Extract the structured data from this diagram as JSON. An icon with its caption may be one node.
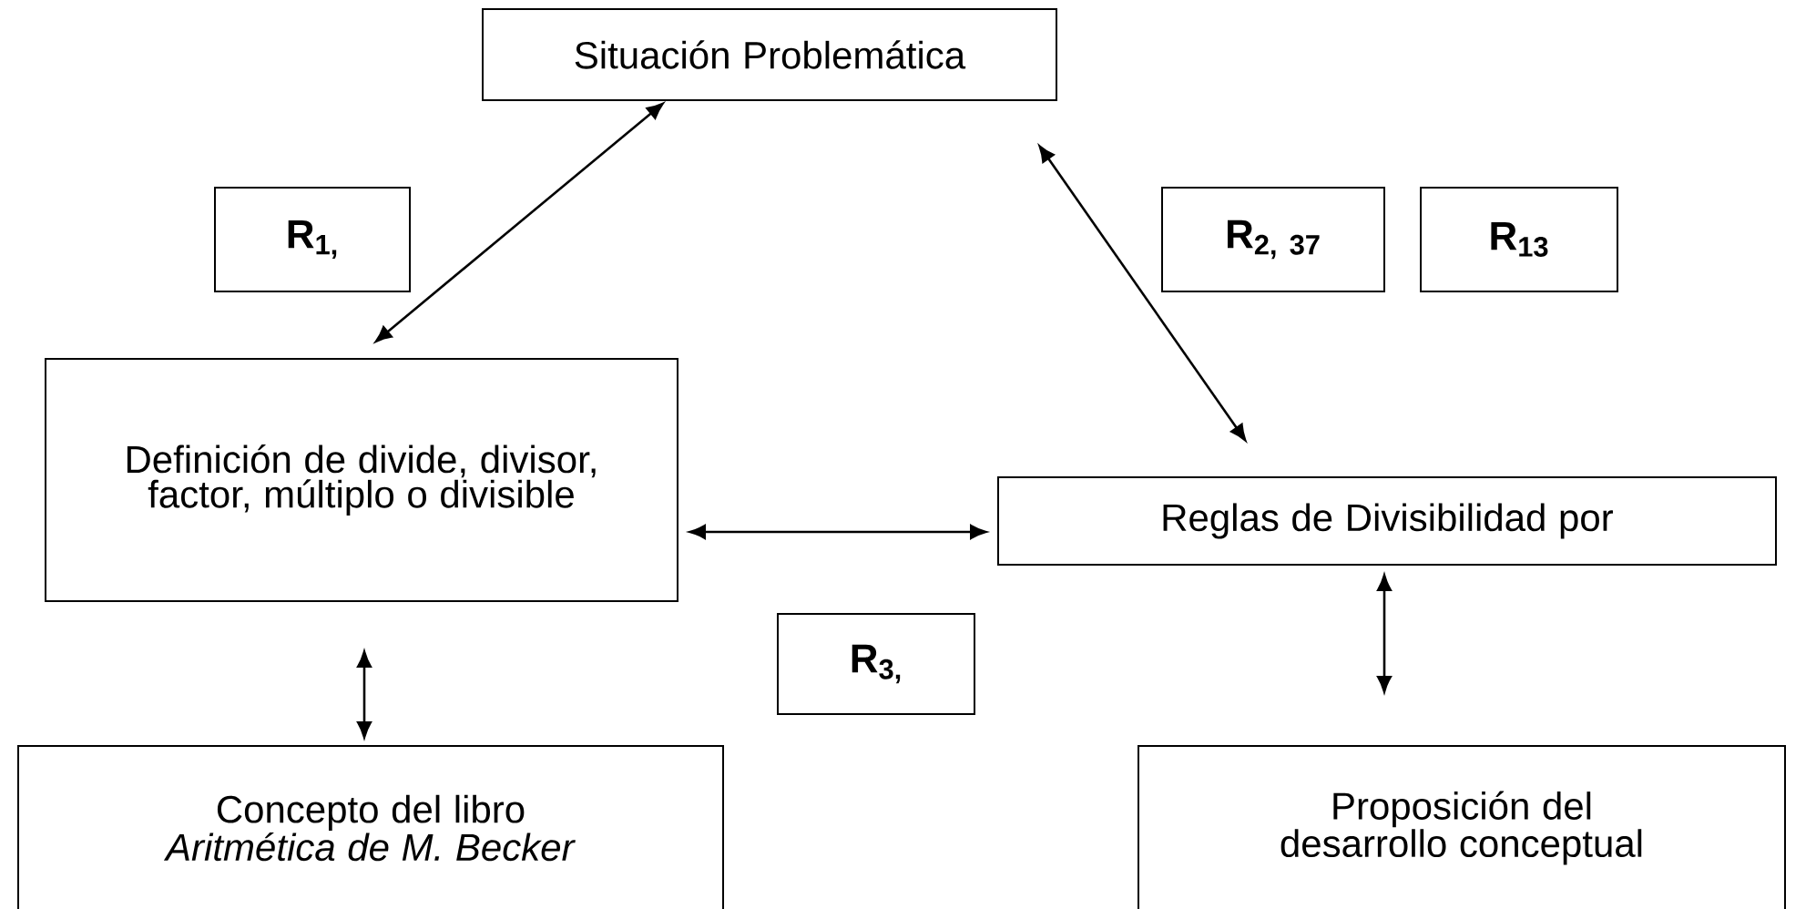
{
  "diagram": {
    "nodes": [
      {
        "text": [
          "Situación Problemática"
        ]
      },
      {
        "text": [
          "R$_{1,}$"
        ]
      },
      {
        "text": [
          "R$_{2, 37}$"
        ]
      },
      {
        "text": [
          "R$_{13}$"
        ]
      },
      {
        "text": [
          "Definición de divide, divisor, factor, múltiplo o divisible"
        ]
      },
      {
        "text": [
          "Reglas de Divisibilidad por"
        ]
      },
      {
        "text": [
          "R$_{3,}$"
        ]
      },
      {
        "text": [
          "Concepto del libro *Aritmética de M. Becker*"
        ]
      },
      {
        "text": [
          "Proposición del desarrollo conceptual"
        ]
      }
    ],
    "edges": [
      {
        "from": 0,
        "to": 4,
        "arrow": "both"
      },
      {
        "from": 0,
        "to": 5,
        "arrow": "both"
      },
      {
        "from": 4,
        "to": 5,
        "arrow": "both"
      },
      {
        "from": 4,
        "to": 7,
        "arrow": "both"
      },
      {
        "from": 5,
        "to": 8,
        "arrow": "both"
      }
    ]
  }
}
